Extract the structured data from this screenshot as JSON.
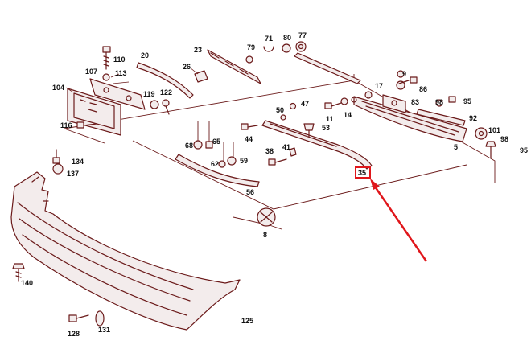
{
  "diagram": {
    "labels": {
      "l110": "110",
      "l20": "20",
      "l23": "23",
      "l71": "71",
      "l80": "80",
      "l77": "77",
      "l79": "79",
      "l26": "26",
      "l107": "107",
      "l113": "113",
      "l104": "104",
      "l119": "119",
      "l122": "122",
      "l116": "116",
      "l50": "50",
      "l47": "47",
      "l11": "11",
      "l14": "14",
      "l17": "17",
      "l9": "9",
      "l86": "86",
      "l83": "83",
      "l98a": "98",
      "l95a": "95",
      "l92": "92",
      "l5": "5",
      "l101": "101",
      "l98b": "98",
      "l95b": "95",
      "l53": "53",
      "l44": "44",
      "l68": "68",
      "l65": "65",
      "l62": "62",
      "l59": "59",
      "l38": "38",
      "l41": "41",
      "l56": "56",
      "l35": "35",
      "l8": "8",
      "l134": "134",
      "l137": "137",
      "l140": "140",
      "l125": "125",
      "l128": "128",
      "l131": "131"
    },
    "highlight_color": "#e0161b",
    "part_color": "#6b1a1a"
  }
}
